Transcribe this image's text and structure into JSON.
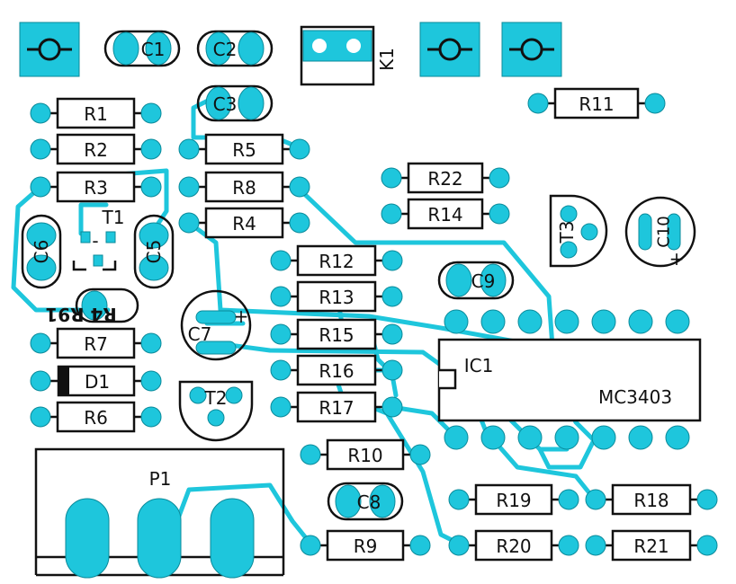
{
  "resistors": [
    {
      "id": "R1",
      "label": "R1"
    },
    {
      "id": "R2",
      "label": "R2"
    },
    {
      "id": "R3",
      "label": "R3"
    },
    {
      "id": "R4",
      "label": "R4"
    },
    {
      "id": "R5",
      "label": "R5"
    },
    {
      "id": "R6",
      "label": "R6"
    },
    {
      "id": "R7",
      "label": "R7"
    },
    {
      "id": "R8",
      "label": "R8"
    },
    {
      "id": "R9",
      "label": "R9"
    },
    {
      "id": "R10",
      "label": "R10"
    },
    {
      "id": "R11",
      "label": "R11"
    },
    {
      "id": "R12",
      "label": "R12"
    },
    {
      "id": "R13",
      "label": "R13"
    },
    {
      "id": "R14",
      "label": "R14"
    },
    {
      "id": "R15",
      "label": "R15"
    },
    {
      "id": "R16",
      "label": "R16"
    },
    {
      "id": "R17",
      "label": "R17"
    },
    {
      "id": "R18",
      "label": "R18"
    },
    {
      "id": "R19",
      "label": "R19"
    },
    {
      "id": "R20",
      "label": "R20"
    },
    {
      "id": "R21",
      "label": "R21"
    },
    {
      "id": "R22",
      "label": "R22"
    }
  ],
  "capacitors": [
    {
      "id": "C1",
      "label": "C1"
    },
    {
      "id": "C2",
      "label": "C2"
    },
    {
      "id": "C3",
      "label": "C3"
    },
    {
      "id": "C5",
      "label": "C5"
    },
    {
      "id": "C6",
      "label": "C6"
    },
    {
      "id": "C7",
      "label": "C7"
    },
    {
      "id": "C8",
      "label": "C8"
    },
    {
      "id": "C9",
      "label": "C9"
    },
    {
      "id": "C10",
      "label": "C10"
    }
  ],
  "others": {
    "k1": "K1",
    "t1": "T1",
    "t2": "T2",
    "t3": "T3",
    "d1": "D1",
    "p1": "P1",
    "ic1": "IC1",
    "ic_part": "MC3403",
    "mirrored": "R4 R91",
    "plus": "+",
    "minus": "-"
  },
  "colors": {
    "copper": "#1ec6dc",
    "silkscreen": "#111111",
    "board": "#ffffff"
  }
}
